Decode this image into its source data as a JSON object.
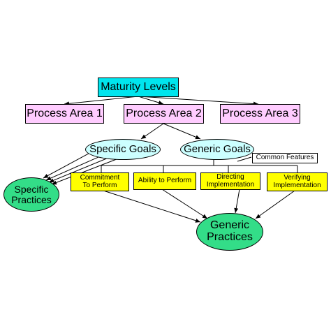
{
  "diagram": {
    "maturity_levels": "Maturity Levels",
    "process_area_1": "Process Area 1",
    "process_area_2": "Process Area 2",
    "process_area_3": "Process Area 3",
    "specific_goals": "Specific Goals",
    "generic_goals": "Generic Goals",
    "common_features": "Common Features",
    "commitment_line1": "Commitment",
    "commitment_line2": "To Perform",
    "ability_to_perform": "Ability to Perform",
    "directing_line1": "Directing",
    "directing_line2": "Implementation",
    "verifying_line1": "Verifying",
    "verifying_line2": "Implementation",
    "specific_practices_line1": "Specific",
    "specific_practices_line2": "Practices",
    "generic_practices_line1": "Generic",
    "generic_practices_line2": "Practices"
  },
  "colors": {
    "maturity_fill": "#00e5ee",
    "process_area_fill": "#ffccff",
    "goal_fill": "#ccffff",
    "feature_fill": "#ffff00",
    "practice_fill": "#33dd88"
  }
}
